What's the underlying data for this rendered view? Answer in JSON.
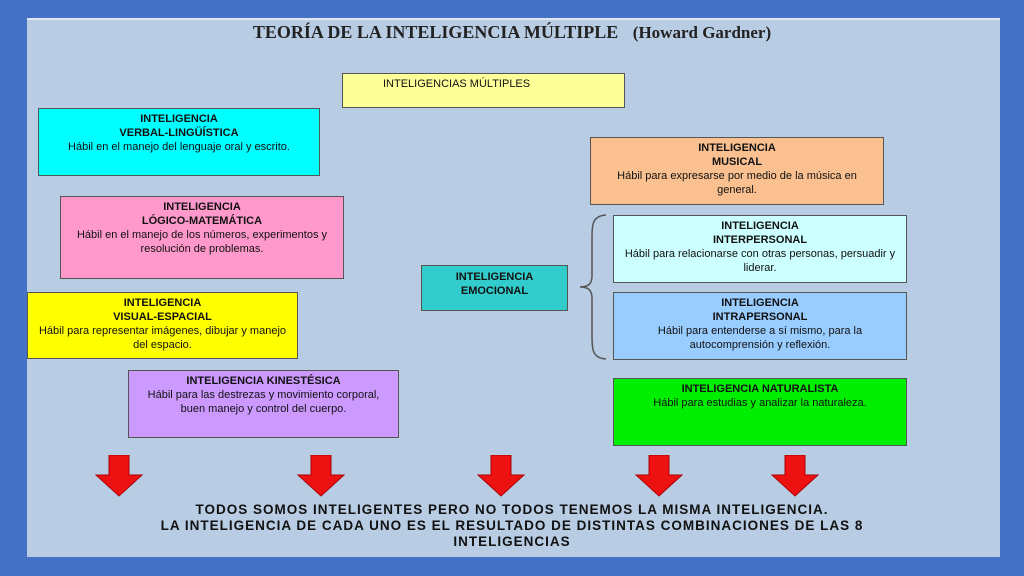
{
  "title": {
    "main": "TEORÍA DE LA INTELIGENCIA MÚLTIPLE",
    "author": "(Howard Gardner)"
  },
  "header_box": "INTELIGENCIAS MÚLTIPLES",
  "intelligences": {
    "verbal": {
      "heading_1": "INTELIGENCIA",
      "heading_2": "VERBAL-LINGÜÍSTICA",
      "description": "Hábil en el manejo del lenguaje oral y escrito."
    },
    "logico": {
      "heading_1": "INTELIGENCIA",
      "heading_2": "LÓGICO-MATEMÁTICA",
      "description": "Hábil en el manejo de los números, experimentos y resolución de problemas."
    },
    "visual": {
      "heading_1": "INTELIGENCIA",
      "heading_2": "VISUAL-ESPACIAL",
      "description": "Hábil para representar imágenes, dibujar y manejo del espacio."
    },
    "kinestesica": {
      "heading": "INTELIGENCIA KINESTÉSICA",
      "description": "Hábil para las destrezas y movimiento corporal, buen manejo y control del cuerpo."
    },
    "musical": {
      "heading_1": "INTELIGENCIA",
      "heading_2": "MUSICAL",
      "description": "Hábil para expresarse por medio de la música en general."
    },
    "emocional": {
      "heading_1": "INTELIGENCIA",
      "heading_2": "EMOCIONAL"
    },
    "interpersonal": {
      "heading_1": "INTELIGENCIA",
      "heading_2": "INTERPERSONAL",
      "description": "Hábil para relacionarse con otras personas, persuadir y liderar."
    },
    "intrapersonal": {
      "heading_1": "INTELIGENCIA",
      "heading_2": "INTRAPERSONAL",
      "description": "Hábil para entenderse a sí mismo, para la autocomprensión y reflexión."
    },
    "naturalista": {
      "heading": "INTELIGENCIA NATURALISTA",
      "description": "Hábil para estudias y analizar la naturaleza."
    }
  },
  "footer": {
    "line_1": "TODOS SOMOS INTELIGENTES PERO NO TODOS TENEMOS LA MISMA INTELIGENCIA.",
    "line_2": "LA INTELIGENCIA DE CADA UNO ES EL RESULTADO DE DISTINTAS COMBINACIONES DE LAS 8",
    "line_3": "INTELIGENCIAS"
  },
  "colors": {
    "background": "#4472c4",
    "slide": "#b8cce4",
    "arrow": "#ee1111"
  }
}
